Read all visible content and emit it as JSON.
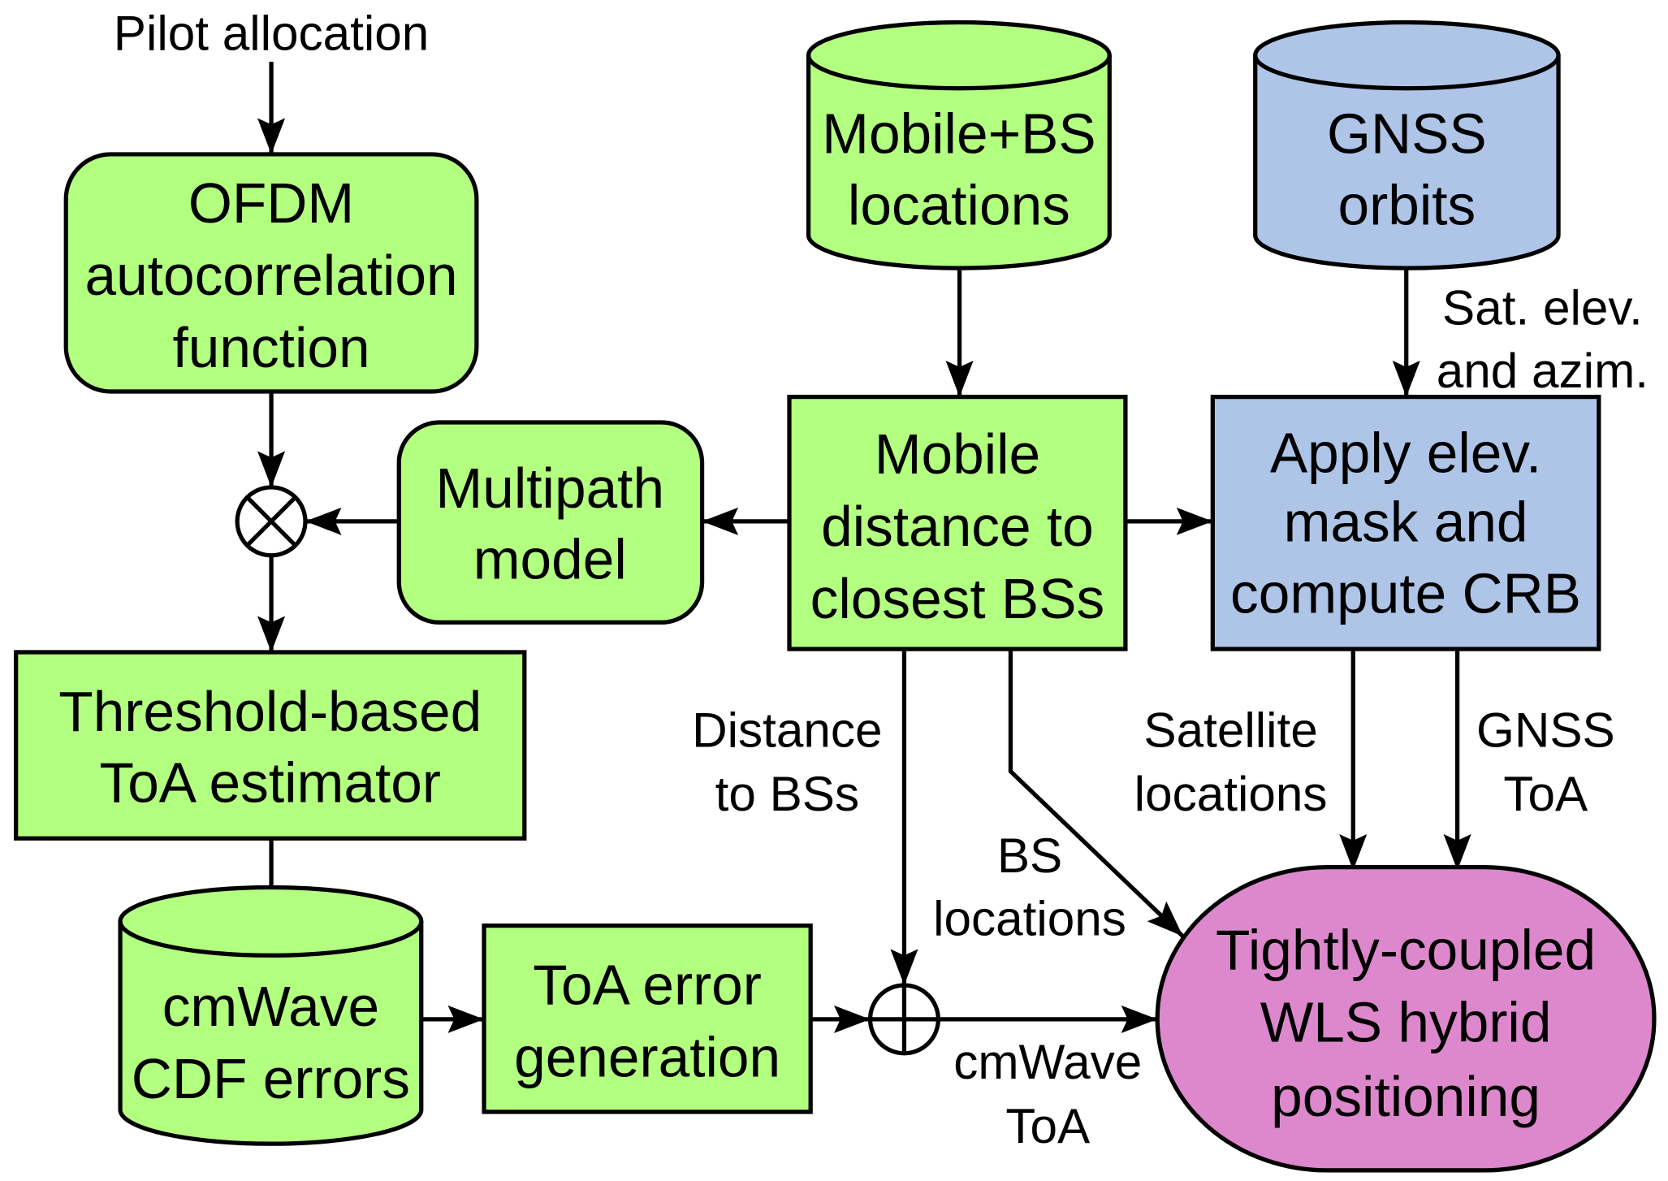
{
  "inputs": {
    "pilot_allocation": "Pilot allocation"
  },
  "blocks": {
    "ofdm_autocorrelation": {
      "lines": [
        "OFDM",
        "autocorrelation",
        "function"
      ],
      "fill": "#b3ff80"
    },
    "multipath_model": {
      "lines": [
        "Multipath",
        "model"
      ],
      "fill": "#b3ff80"
    },
    "threshold_toa_estimator": {
      "lines": [
        "Threshold-based",
        "ToA estimator"
      ],
      "fill": "#b3ff80"
    },
    "cmwave_cdf_errors": {
      "lines": [
        "cmWave",
        "CDF errors"
      ],
      "fill": "#b3ff80"
    },
    "toa_error_generation": {
      "lines": [
        "ToA error",
        "generation"
      ],
      "fill": "#b3ff80"
    },
    "mobile_bs_locations": {
      "lines": [
        "Mobile+BS",
        "locations"
      ],
      "fill": "#b3ff80"
    },
    "gnss_orbits": {
      "lines": [
        "GNSS",
        "orbits"
      ],
      "fill": "#aec5e8"
    },
    "mobile_distance": {
      "lines": [
        "Mobile",
        "distance to",
        "closest BSs"
      ],
      "fill": "#b3ff80"
    },
    "apply_elev_mask": {
      "lines": [
        "Apply elev.",
        "mask and",
        "compute CRB"
      ],
      "fill": "#aec5e8"
    },
    "tightly_coupled": {
      "lines": [
        "Tightly-coupled",
        "WLS hybrid",
        "positioning"
      ],
      "fill": "#dd88cc"
    }
  },
  "icons": {
    "product_node": "circled-times-icon",
    "sum_node": "circled-plus-icon",
    "arrow": "arrowhead-icon"
  },
  "edge_labels": {
    "sat_elev_azim": [
      "Sat. elev.",
      "and azim."
    ],
    "distance_to_bss": [
      "Distance",
      "to BSs"
    ],
    "bs_locations": [
      "BS",
      "locations"
    ],
    "satellite_locations": [
      "Satellite",
      "locations"
    ],
    "gnss_toa": [
      "GNSS",
      "ToA"
    ],
    "cmwave_toa": [
      "cmWave",
      "ToA"
    ]
  }
}
